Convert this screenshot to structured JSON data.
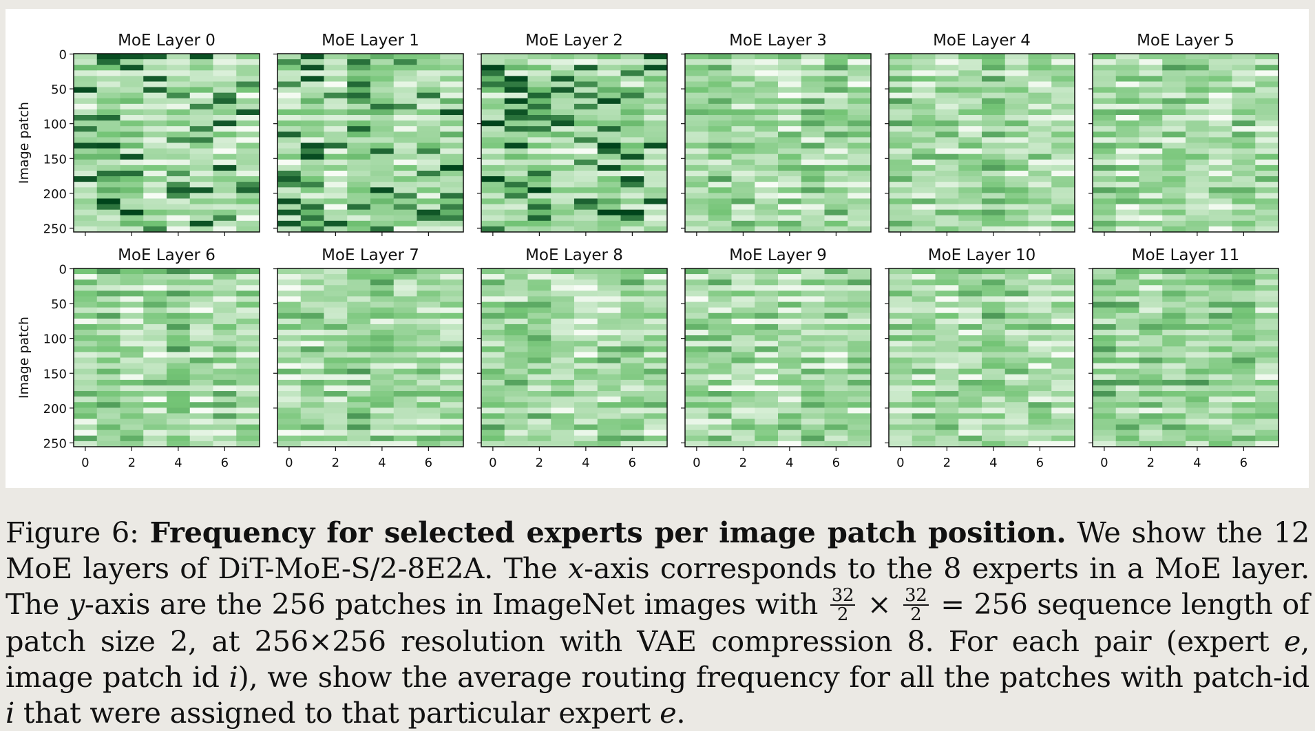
{
  "figure": {
    "panels": [
      {
        "title": "MoE Layer 0"
      },
      {
        "title": "MoE Layer 1"
      },
      {
        "title": "MoE Layer 2"
      },
      {
        "title": "MoE Layer 3"
      },
      {
        "title": "MoE Layer 4"
      },
      {
        "title": "MoE Layer 5"
      },
      {
        "title": "MoE Layer 6"
      },
      {
        "title": "MoE Layer 7"
      },
      {
        "title": "MoE Layer 8"
      },
      {
        "title": "MoE Layer 9"
      },
      {
        "title": "MoE Layer 10"
      },
      {
        "title": "MoE Layer 11"
      }
    ],
    "y_axis_label": "Image patch",
    "y_ticks": [
      "0",
      "50",
      "100",
      "150",
      "200",
      "250"
    ],
    "x_ticks": [
      "0",
      "2",
      "4",
      "6"
    ],
    "colormap": {
      "low": "#f7fcf5",
      "mid": "#74c476",
      "high": "#00441b"
    }
  },
  "chart_data": {
    "type": "heatmap",
    "x_values": [
      0,
      1,
      2,
      3,
      4,
      5,
      6,
      7
    ],
    "y_range": [
      0,
      255
    ],
    "x_range": [
      0,
      7
    ],
    "grid": false,
    "layers": [
      {
        "name": "MoE Layer 0",
        "expert_intensity": [
          0.35,
          0.45,
          0.4,
          0.3,
          0.25,
          0.35,
          0.3,
          0.3
        ]
      },
      {
        "name": "MoE Layer 1",
        "expert_intensity": [
          0.3,
          0.4,
          0.25,
          0.5,
          0.45,
          0.3,
          0.35,
          0.4
        ]
      },
      {
        "name": "MoE Layer 2",
        "expert_intensity": [
          0.45,
          0.4,
          0.45,
          0.35,
          0.3,
          0.45,
          0.4,
          0.35
        ]
      },
      {
        "name": "MoE Layer 3",
        "expert_intensity": [
          0.35,
          0.45,
          0.35,
          0.3,
          0.25,
          0.35,
          0.4,
          0.3
        ]
      },
      {
        "name": "MoE Layer 4",
        "expert_intensity": [
          0.4,
          0.35,
          0.35,
          0.3,
          0.5,
          0.3,
          0.3,
          0.3
        ]
      },
      {
        "name": "MoE Layer 5",
        "expert_intensity": [
          0.35,
          0.3,
          0.35,
          0.4,
          0.3,
          0.3,
          0.35,
          0.3
        ]
      },
      {
        "name": "MoE Layer 6",
        "expert_intensity": [
          0.35,
          0.45,
          0.3,
          0.3,
          0.5,
          0.3,
          0.4,
          0.3
        ]
      },
      {
        "name": "MoE Layer 7",
        "expert_intensity": [
          0.3,
          0.35,
          0.3,
          0.45,
          0.4,
          0.3,
          0.35,
          0.3
        ]
      },
      {
        "name": "MoE Layer 8",
        "expert_intensity": [
          0.4,
          0.45,
          0.4,
          0.3,
          0.3,
          0.35,
          0.35,
          0.3
        ]
      },
      {
        "name": "MoE Layer 9",
        "expert_intensity": [
          0.3,
          0.35,
          0.3,
          0.3,
          0.3,
          0.35,
          0.3,
          0.35
        ]
      },
      {
        "name": "MoE Layer 10",
        "expert_intensity": [
          0.3,
          0.3,
          0.3,
          0.3,
          0.45,
          0.3,
          0.3,
          0.3
        ]
      },
      {
        "name": "MoE Layer 11",
        "expert_intensity": [
          0.45,
          0.45,
          0.35,
          0.45,
          0.45,
          0.45,
          0.4,
          0.35
        ]
      }
    ]
  },
  "caption": {
    "label": "Figure 6:",
    "bold_title": "Frequency for selected experts per image patch position.",
    "text_1": " We show the 12 MoE layers of DiT-MoE-S/2-8E2A. The ",
    "var_x": "x",
    "text_2": "-axis corresponds to the 8 experts in a MoE layer. The ",
    "var_y": "y",
    "text_3": "-axis are the 256 patches in ImageNet images with ",
    "frac1_num": "32",
    "frac1_den": "2",
    "times": " × ",
    "frac2_num": "32",
    "frac2_den": "2",
    "text_4": " = 256 sequence length of patch size 2, at 256×256 resolution with VAE compression 8. For each pair (expert ",
    "var_e1": "e",
    "text_5": ", image patch id ",
    "var_i1": "i",
    "text_6": "), we show the average routing frequency for all the patches with patch-id ",
    "var_i2": "i",
    "text_7": " that were assigned to that particular expert ",
    "var_e2": "e",
    "text_8": "."
  }
}
